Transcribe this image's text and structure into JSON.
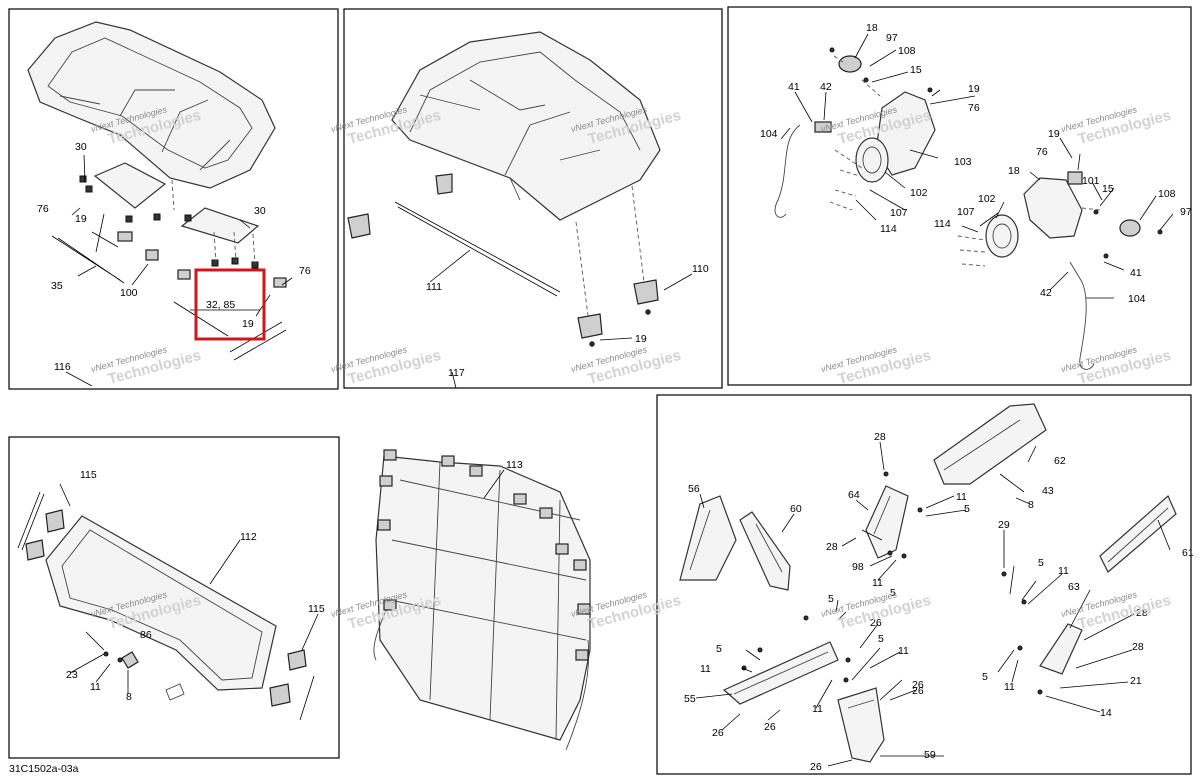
{
  "sheet_code": "31C1502a-03a",
  "watermark": {
    "line1": "vNext Technologies",
    "line2": "Technologies"
  },
  "highlight": {
    "label": "32, 85",
    "color": "#d0161c"
  },
  "panels": {
    "roof_exploded": {
      "callouts": [
        "30",
        "76",
        "19",
        "30",
        "35",
        "100",
        "76",
        "19",
        "116"
      ]
    },
    "roof_top": {
      "callouts": [
        "111",
        "110",
        "19",
        "117"
      ]
    },
    "speakers": {
      "callouts": [
        "18",
        "97",
        "108",
        "15",
        "41",
        "42",
        "19",
        "76",
        "104",
        "103",
        "102",
        "107",
        "114",
        "19",
        "76",
        "101",
        "15",
        "108",
        "97",
        "18",
        "102",
        "107",
        "114",
        "41",
        "42",
        "104"
      ]
    },
    "rear_panel": {
      "callouts": [
        "115",
        "112",
        "86",
        "23",
        "11",
        "8",
        "115"
      ]
    },
    "cover": {
      "callouts": [
        "113"
      ]
    },
    "pillars": {
      "callouts": [
        "28",
        "62",
        "56",
        "64",
        "60",
        "11",
        "5",
        "43",
        "8",
        "29",
        "28",
        "98",
        "11",
        "5",
        "61",
        "5",
        "11",
        "5",
        "26",
        "63",
        "5",
        "11",
        "55",
        "26",
        "5",
        "11",
        "26",
        "11",
        "26",
        "28",
        "28",
        "5",
        "11",
        "21",
        "14",
        "26",
        "59",
        "26"
      ]
    }
  }
}
